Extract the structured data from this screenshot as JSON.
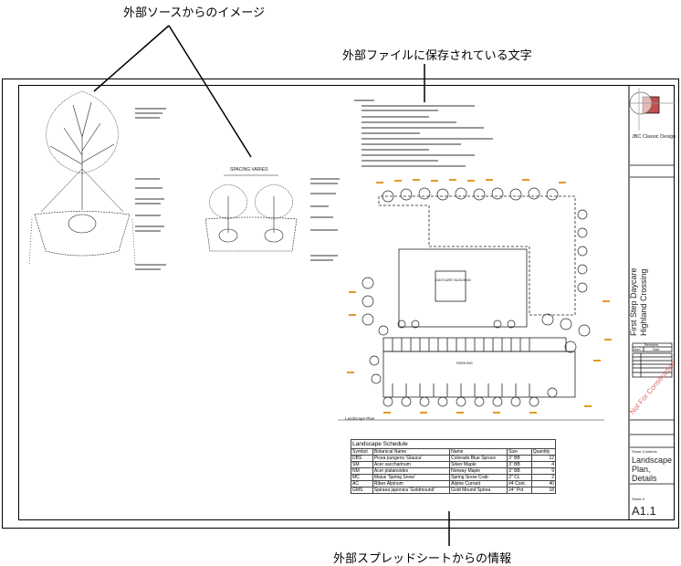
{
  "callouts": {
    "images": "外部ソースからのイメージ",
    "text": "外部ファイルに保存されている文字",
    "spreadsheet": "外部スプレッドシートからの情報"
  },
  "drawing": {
    "spacing_note": "SPACING VARIES",
    "building_label": "DAYCARE BUILDING",
    "parking_label": "PARKING",
    "plan_title": "Landscape Plan"
  },
  "schedule": {
    "title": "Landscape Schedule",
    "headers": [
      "Symbol",
      "Botanical Name",
      "Name",
      "Size",
      "Quantity"
    ],
    "rows": [
      [
        "DBS",
        "Picea pungens 'Glauca'",
        "Colorado Blue Spruce",
        "3\" BB",
        "12"
      ],
      [
        "SM",
        "Acer saccharinum",
        "Silver Maple",
        "3\" BB",
        "4"
      ],
      [
        "NM",
        "Acer platanoides",
        "Norway Maple",
        "3\" BB",
        "9"
      ],
      [
        "MC",
        "Malus 'Spring Snow'",
        "Spring Snow Crab",
        "3\" CL",
        "2"
      ],
      [
        "AC",
        "Ribes Alpinum",
        "Alpine Currant",
        "#4 Cont.",
        "40"
      ],
      [
        "GMS",
        "Spiraea japonica 'Goldmound'",
        "Gold Mound Spirea",
        "24\" Pot",
        "18"
      ]
    ]
  },
  "title_block": {
    "firm": "JBC Classic Design",
    "project": "First Step Daycare",
    "project2": "Highland Crossing",
    "revisions": "Revisions",
    "rev_num": "Num.",
    "rev_date": "Date",
    "stamp": "Not For Construction",
    "sheet_contents_label": "Sheet Contents",
    "sheet_contents": "Landscape Plan, Details",
    "sheet_num_label": "Sheet #",
    "sheet_num": "A1.1"
  },
  "colors": {
    "logo_red": "#c0504d",
    "stamp": "#d9534f"
  }
}
